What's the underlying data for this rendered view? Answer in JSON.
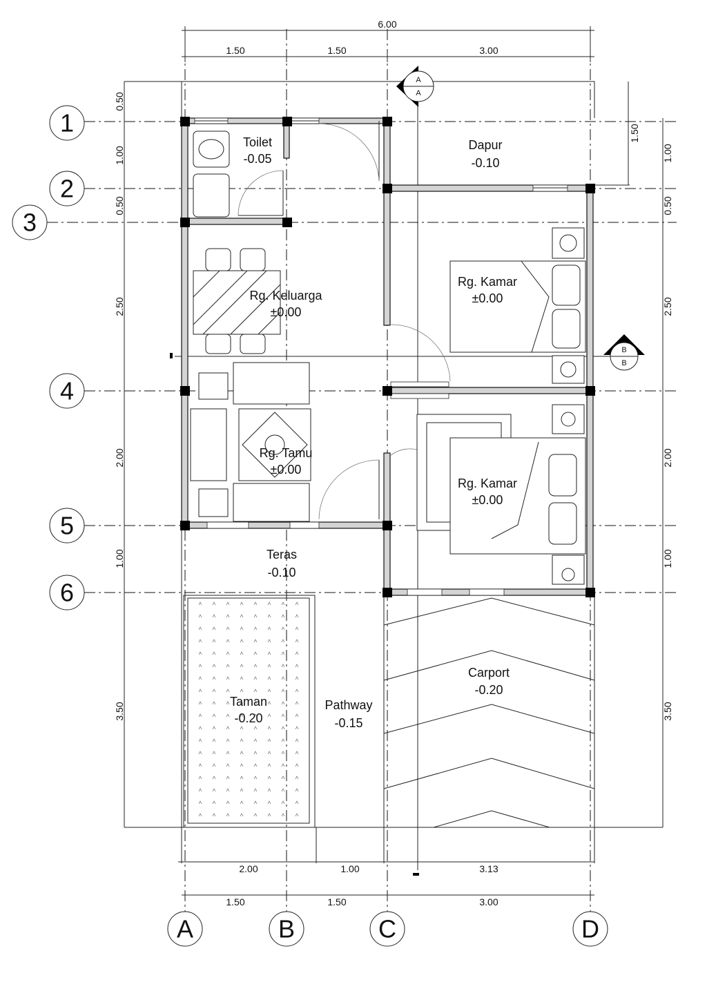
{
  "rooms": {
    "toilet": {
      "name": "Toilet",
      "level": "-0.05"
    },
    "dapur": {
      "name": "Dapur",
      "level": "-0.10"
    },
    "keluarga": {
      "name": "Rg. Keluarga",
      "level": "±0.00"
    },
    "kamar1": {
      "name": "Rg. Kamar",
      "level": "±0.00"
    },
    "tamu": {
      "name": "Rg. Tamu",
      "level": "±0.00"
    },
    "kamar2": {
      "name": "Rg. Kamar",
      "level": "±0.00"
    },
    "teras": {
      "name": "Teras",
      "level": "-0.10"
    },
    "carport": {
      "name": "Carport",
      "level": "-0.20"
    },
    "taman": {
      "name": "Taman",
      "level": "-0.20"
    },
    "pathway": {
      "name": "Pathway",
      "level": "-0.15"
    }
  },
  "dimensions": {
    "top_total": "6.00",
    "top_segments": [
      "1.50",
      "1.50",
      "3.00"
    ],
    "bottom_row1": [
      "2.00",
      "1.00",
      "3.13"
    ],
    "bottom_row2": [
      "1.50",
      "1.50",
      "3.00"
    ],
    "left_side": [
      "0.50",
      "1.00",
      "0.50",
      "2.50",
      "2.00",
      "1.00",
      "3.50"
    ],
    "right_side": [
      "1.00",
      "0.50",
      "2.50",
      "2.00",
      "1.00",
      "3.50"
    ],
    "right_outer": "1.50"
  },
  "grid_rows": [
    "1",
    "2",
    "3",
    "4",
    "5",
    "6"
  ],
  "grid_cols": [
    "A",
    "B",
    "C",
    "D"
  ],
  "section_markers": {
    "a": {
      "top": "A",
      "bottom": "A"
    },
    "b": {
      "top": "B",
      "bottom": "B"
    }
  }
}
